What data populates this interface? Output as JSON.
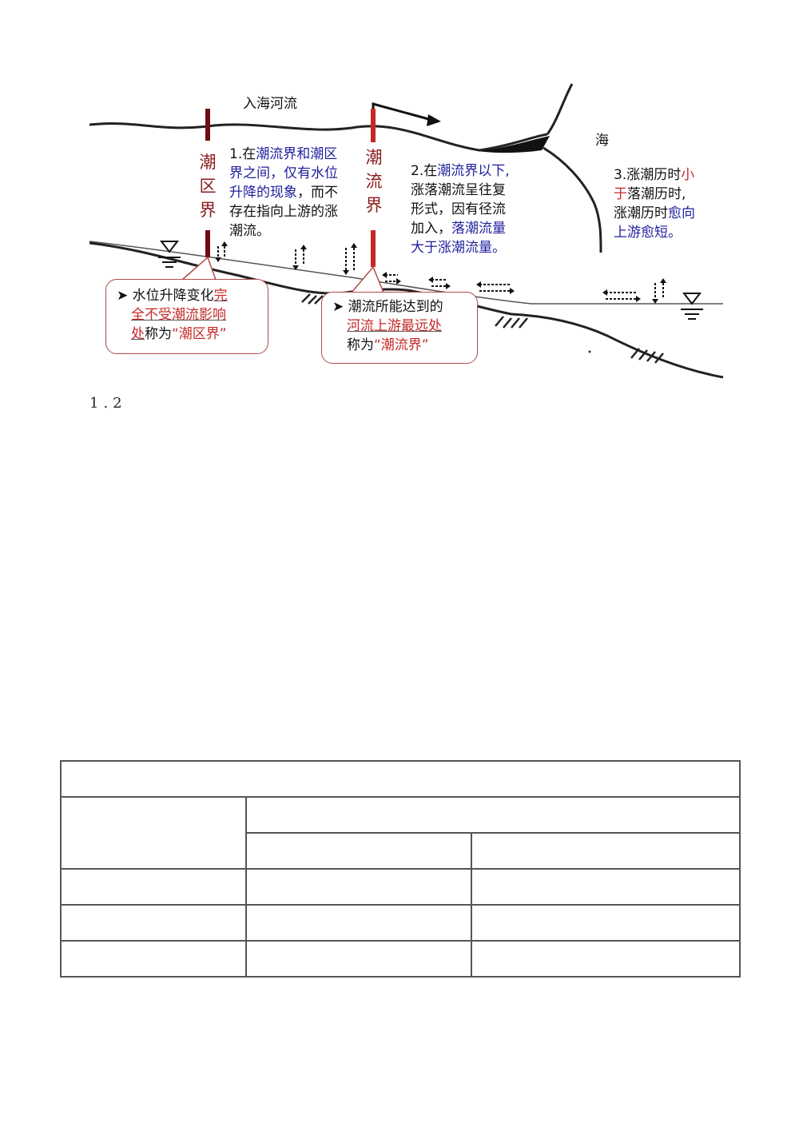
{
  "figure": {
    "river_title": "入海河流",
    "sea_label": "海",
    "tidal_zone_boundary_label": [
      "潮",
      "区",
      "界"
    ],
    "tidal_current_boundary_label": [
      "潮",
      "流",
      "界"
    ],
    "note1": {
      "line1_prefix": "1.在",
      "line1_blue": "潮流界和潮区",
      "line2_blue": "界之间，仅有水位",
      "line3_blue": "升降的现象",
      "line3_rest": "，而不",
      "line4": "存在指向上游的涨",
      "line5": "潮流。"
    },
    "note2": {
      "line1_prefix": "2.在",
      "line1_blue": "潮流界以下,",
      "line2": "涨落潮流呈往复",
      "line3": "形式，因有径流",
      "line4_prefix": "加入，",
      "line4_blue": "落潮流量",
      "line5_blue": "大于涨潮流量。"
    },
    "note3": {
      "line1_prefix": "3.涨潮历时",
      "line1_red": "小",
      "line2_red": "于",
      "line2_rest": "落潮历时,",
      "line3_prefix": "涨潮历时",
      "line3_blue": "愈向",
      "line4_blue": "上游愈短。"
    },
    "callout1": {
      "line1_prefix": "水位升降变化",
      "line1_red": "完",
      "line2_red": "全不受潮流影响",
      "line3_red": "处",
      "line3_rest": "称为",
      "line3_quote": "“潮区界”"
    },
    "callout2": {
      "line1": "潮流所能达到的",
      "line2_red": "河流上游最远处",
      "line3_prefix": "称为",
      "line3_quote": "“潮流界”"
    },
    "bullet": "➤"
  },
  "section_number": "1.2",
  "table": {
    "rows": 6,
    "columns": 3,
    "cells_empty": true
  }
}
